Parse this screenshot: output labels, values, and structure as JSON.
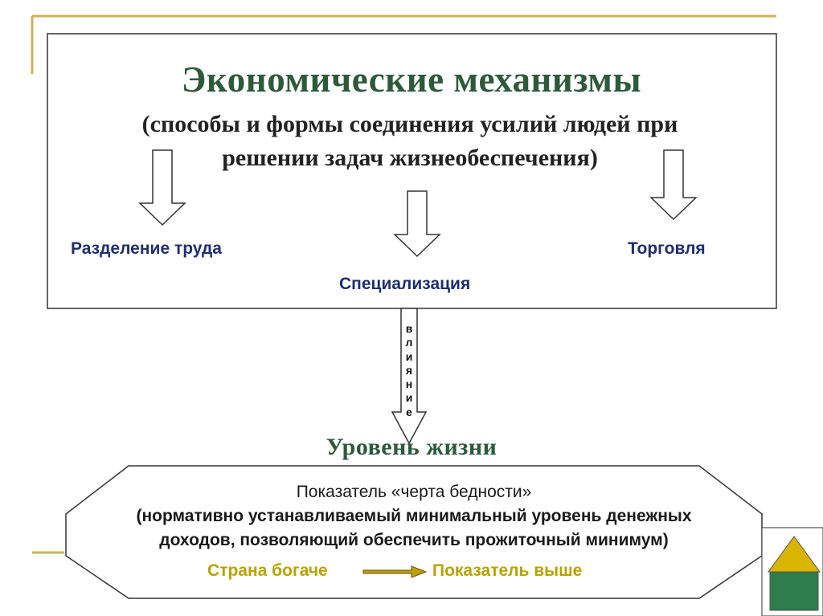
{
  "header": {
    "title": "Экономические механизмы",
    "subtitle_line1": "(способы и формы соединения усилий людей при",
    "subtitle_line2": "решении задач жизнеобеспечения)"
  },
  "mechanisms": {
    "division": "Разделение труда",
    "specialization": "Специализация",
    "trade": "Торговля"
  },
  "influence_letters": [
    "в",
    "л",
    "и",
    "я",
    "н",
    "и",
    "е"
  ],
  "living_standard": {
    "title": "Уровень жизни",
    "line1": "Показатель «черта бедности»",
    "line2": "(нормативно устанавливаемый минимальный уровень денежных",
    "line3": "доходов, позволяющий обеспечить прожиточный минимум)",
    "richer": "Страна богаче",
    "higher": "Показатель выше"
  },
  "colors": {
    "accent_line": "#c8b45a",
    "title_green": "#2e5a3c",
    "label_blue": "#1f2f6e",
    "yellow_text": "#b8a200",
    "arrow_brown": "#7a4a1a",
    "house_roof": "#d9b400",
    "house_base": "#2e7d4a"
  }
}
